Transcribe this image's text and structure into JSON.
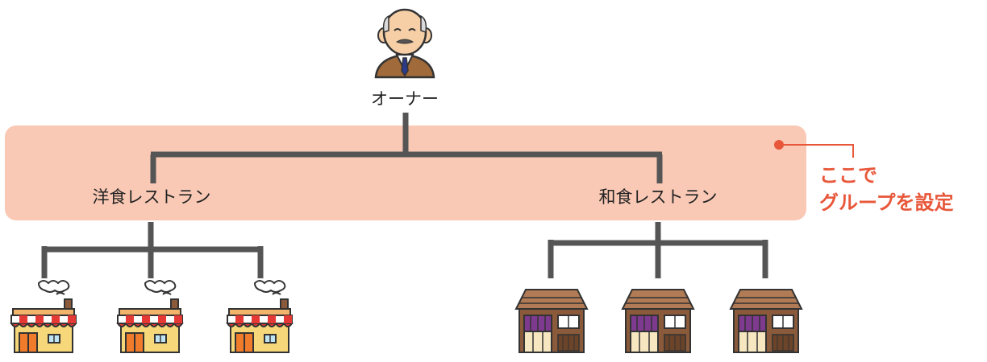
{
  "owner": {
    "label": "オーナー",
    "icon": "owner-person-icon"
  },
  "groups": [
    {
      "label": "洋食レストラン",
      "icon": "western-restaurant-icon",
      "store_count": 3
    },
    {
      "label": "和食レストラン",
      "icon": "japanese-restaurant-icon",
      "store_count": 3
    }
  ],
  "callout": {
    "line1": "ここで",
    "line2": "グループを設定"
  },
  "colors": {
    "group_band": "#f9c9b5",
    "connector": "#555555",
    "accent": "#e8573a"
  }
}
